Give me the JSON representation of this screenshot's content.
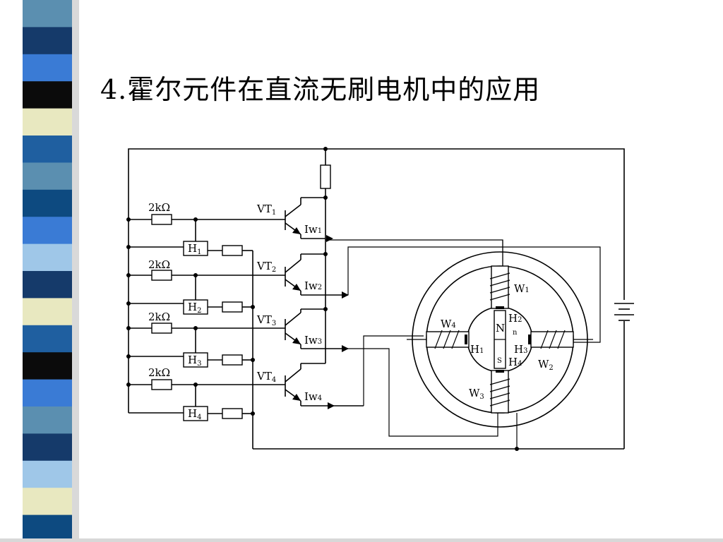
{
  "title": "4.霍尔元件在直流无刷电机中的应用",
  "colors": {
    "stripe": [
      "#5b8fb0",
      "#153a6a",
      "#3a7bd5",
      "#0b0b0b",
      "#e8e8c0",
      "#1f5fa0",
      "#5b8fb0",
      "#0d4a80",
      "#3a7bd5",
      "#9fc7e8",
      "#153a6a",
      "#e8e8c0",
      "#1f5fa0",
      "#0b0b0b",
      "#3a7bd5",
      "#5b8fb0",
      "#153a6a",
      "#9fc7e8",
      "#e8e8c0",
      "#0d4a80"
    ]
  },
  "circuit": {
    "resistors": [
      {
        "value": "2kΩ"
      },
      {
        "value": "2kΩ"
      },
      {
        "value": "2kΩ"
      },
      {
        "value": "2kΩ"
      }
    ],
    "hall": [
      {
        "name": "H",
        "sub": "1"
      },
      {
        "name": "H",
        "sub": "2"
      },
      {
        "name": "H",
        "sub": "3"
      },
      {
        "name": "H",
        "sub": "4"
      }
    ],
    "transistors": [
      {
        "name": "VT",
        "sub": "1"
      },
      {
        "name": "VT",
        "sub": "2"
      },
      {
        "name": "VT",
        "sub": "3"
      },
      {
        "name": "VT",
        "sub": "4"
      }
    ],
    "currents": [
      {
        "name": "Iw",
        "sub": "1"
      },
      {
        "name": "Iw",
        "sub": "2"
      },
      {
        "name": "Iw",
        "sub": "3"
      },
      {
        "name": "Iw",
        "sub": "4"
      }
    ]
  },
  "motor": {
    "windings": [
      {
        "name": "W",
        "sub": "1"
      },
      {
        "name": "W",
        "sub": "2"
      },
      {
        "name": "W",
        "sub": "3"
      },
      {
        "name": "W",
        "sub": "4"
      }
    ],
    "halls": [
      {
        "name": "H",
        "sub": "1"
      },
      {
        "name": "H",
        "sub": "2"
      },
      {
        "name": "H",
        "sub": "3"
      },
      {
        "name": "H",
        "sub": "4"
      }
    ],
    "pole_n": "N",
    "pole_s": "S",
    "rotor_n": "n"
  }
}
